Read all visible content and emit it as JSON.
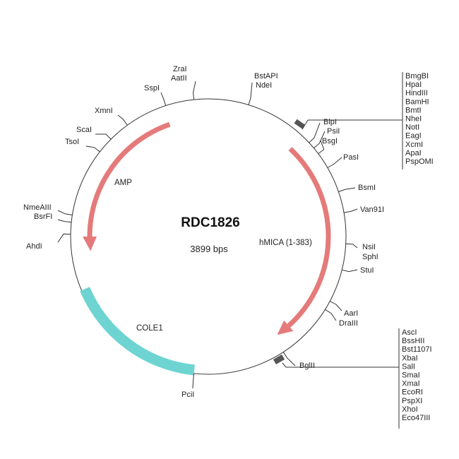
{
  "plasmid": {
    "name": "RDC1826",
    "size": "3899 bps"
  },
  "features": {
    "amp": "AMP",
    "hmica": "hMICA (1-383)",
    "cole1": "COLE1"
  },
  "colors": {
    "amp": "#e26b6b",
    "hmica": "#e26b6b",
    "cole1": "#6dd4d2"
  },
  "sites": {
    "zrai": "ZraI",
    "aatii": "AatII",
    "bstapi": "BstAPI",
    "ndei": "NdeI",
    "sspi": "SspI",
    "xmni": "XmnI",
    "scai": "ScaI",
    "tsoi": "TsoI",
    "nmeaiii": "NmeAIII",
    "bsrfi": "BsrFI",
    "ahdi": "AhdI",
    "pcii": "PciI",
    "bglii": "BglII",
    "aari": "AarI",
    "draiii": "DraIII",
    "stui": "StuI",
    "nsii": "NsiI",
    "sphi": "SphI",
    "van91i": "Van91I",
    "bsmi": "BsmI",
    "pasi": "PasI",
    "bsgi": "BsgI",
    "psii": "PsiI",
    "blpi": "BlpI"
  },
  "mcs1": [
    "BmgBI",
    "HpaI",
    "HindIII",
    "BamHI",
    "BmtI",
    "NheI",
    "NotI",
    "EagI",
    "XcmI",
    "ApaI",
    "PspOMI"
  ],
  "mcs2": [
    "AscI",
    "BssHII",
    "Bst1107I",
    "XbaI",
    "SalI",
    "SmaI",
    "XmaI",
    "EcoRI",
    "PspXI",
    "XhoI",
    "Eco47III"
  ]
}
